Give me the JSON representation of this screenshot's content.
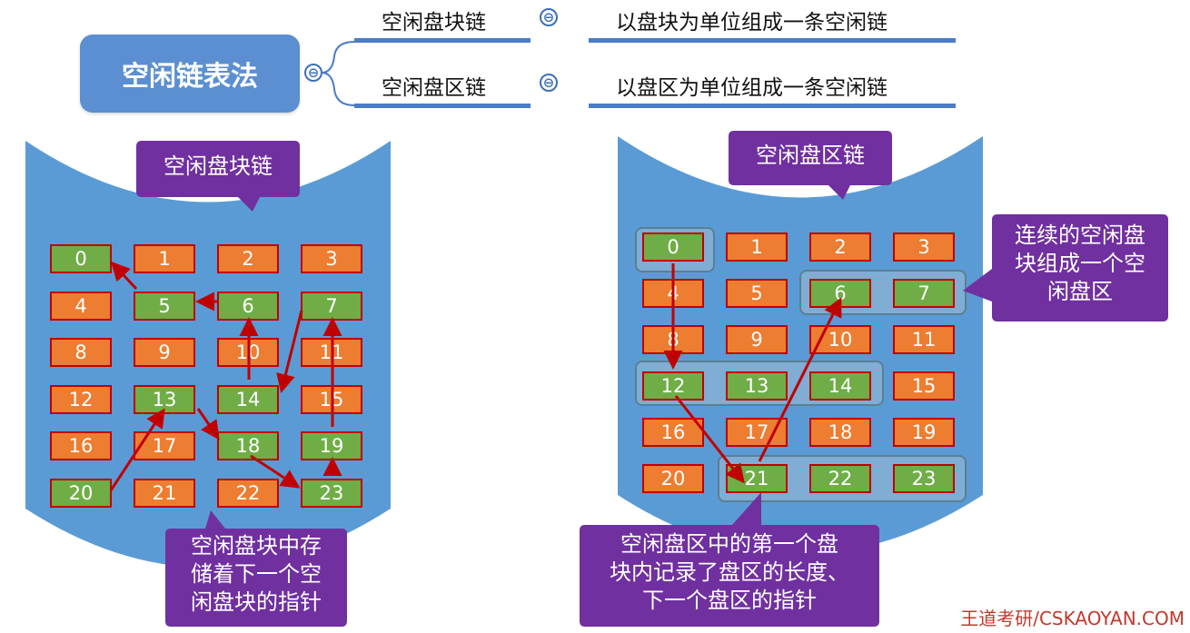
{
  "mindmap": {
    "root": "空闲链表法",
    "collapse_symbol": "⊖",
    "branches": [
      {
        "label": "空闲盘块链",
        "desc": "以盘块为单位组成一条空闲链"
      },
      {
        "label": "空闲盘区链",
        "desc": "以盘区为单位组成一条空闲链"
      }
    ]
  },
  "left_disk": {
    "title": "空闲盘块链",
    "blocks": [
      {
        "n": "0",
        "free": true
      },
      {
        "n": "1",
        "free": false
      },
      {
        "n": "2",
        "free": false
      },
      {
        "n": "3",
        "free": false
      },
      {
        "n": "4",
        "free": false
      },
      {
        "n": "5",
        "free": true
      },
      {
        "n": "6",
        "free": true
      },
      {
        "n": "7",
        "free": true
      },
      {
        "n": "8",
        "free": false
      },
      {
        "n": "9",
        "free": false
      },
      {
        "n": "10",
        "free": false
      },
      {
        "n": "11",
        "free": false
      },
      {
        "n": "12",
        "free": false
      },
      {
        "n": "13",
        "free": true
      },
      {
        "n": "14",
        "free": true
      },
      {
        "n": "15",
        "free": false
      },
      {
        "n": "16",
        "free": false
      },
      {
        "n": "17",
        "free": false
      },
      {
        "n": "18",
        "free": true
      },
      {
        "n": "19",
        "free": true
      },
      {
        "n": "20",
        "free": true
      },
      {
        "n": "21",
        "free": false
      },
      {
        "n": "22",
        "free": false
      },
      {
        "n": "23",
        "free": true
      }
    ],
    "callout": [
      "空闲盘块中存",
      "储着下一个空",
      "闲盘块的指针"
    ]
  },
  "right_disk": {
    "title": "空闲盘区链",
    "blocks": [
      {
        "n": "0",
        "free": true
      },
      {
        "n": "1",
        "free": false
      },
      {
        "n": "2",
        "free": false
      },
      {
        "n": "3",
        "free": false
      },
      {
        "n": "4",
        "free": false
      },
      {
        "n": "5",
        "free": false
      },
      {
        "n": "6",
        "free": true
      },
      {
        "n": "7",
        "free": true
      },
      {
        "n": "8",
        "free": false
      },
      {
        "n": "9",
        "free": false
      },
      {
        "n": "10",
        "free": false
      },
      {
        "n": "11",
        "free": false
      },
      {
        "n": "12",
        "free": true
      },
      {
        "n": "13",
        "free": true
      },
      {
        "n": "14",
        "free": true
      },
      {
        "n": "15",
        "free": false
      },
      {
        "n": "16",
        "free": false
      },
      {
        "n": "17",
        "free": false
      },
      {
        "n": "18",
        "free": false
      },
      {
        "n": "19",
        "free": false
      },
      {
        "n": "20",
        "free": false
      },
      {
        "n": "21",
        "free": true
      },
      {
        "n": "22",
        "free": true
      },
      {
        "n": "23",
        "free": true
      }
    ],
    "callout_bottom": [
      "空闲盘区中的第一个盘",
      "块内记录了盘区的长度、",
      "下一个盘区的指针"
    ],
    "callout_side": [
      "连续的空闲盘",
      "块组成一个空",
      "闲盘区"
    ]
  },
  "footer": "王道考研/CSKAOYAN.COM",
  "colors": {
    "disk": "#5b9bd5",
    "free_block": "#70ad47",
    "used_block": "#ed7d31",
    "arrow": "#c00000",
    "callout": "#7030a0",
    "root": "#5b8fd1"
  }
}
